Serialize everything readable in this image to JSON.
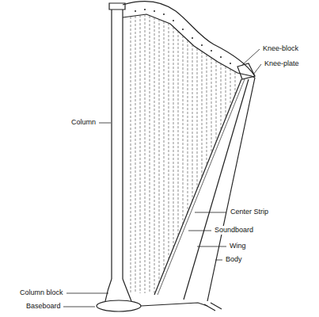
{
  "diagram": {
    "labels": [
      "Knee-block",
      "Knee-plate",
      "Column",
      "Center Strip",
      "Soundboard",
      "Wing",
      "Body",
      "Column block",
      "Baseboard"
    ]
  }
}
